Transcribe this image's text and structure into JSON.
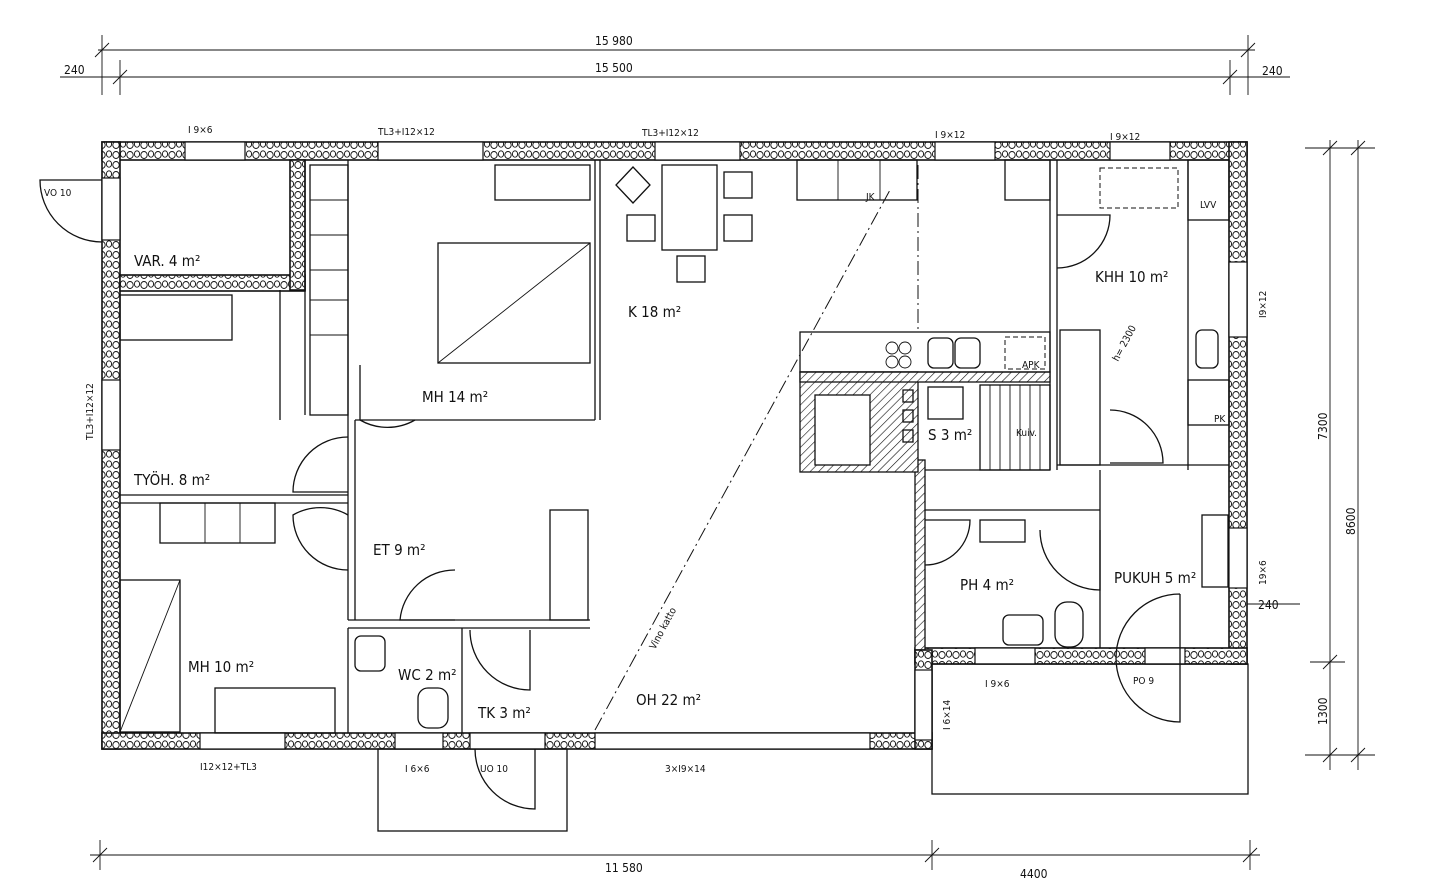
{
  "title": "Floor plan",
  "dimensions": {
    "overall_width": "15 980",
    "inner_width": "15 500",
    "left_offset": "240",
    "right_offset": "240",
    "depth_main": "7300",
    "depth_total": "8600",
    "depth_porch": "1300",
    "bottom_left": "11 580",
    "bottom_right": "4400",
    "wall_thickness": "240"
  },
  "windows": {
    "top_1": "I 9×6",
    "top_2": "TL3+I12×12",
    "top_3": "TL3+I12×12",
    "top_4": "I 9×12",
    "top_5": "I 9×12",
    "right_1": "I9×12",
    "right_2": "19×6",
    "left_1": "TL3+I12×12",
    "bottom_1": "I12×12+TL3",
    "bottom_2": "I 6×6",
    "bottom_3": "3×I9×14",
    "bottom_4": "I 9×6",
    "side_porch": "I 6×14"
  },
  "doors": {
    "var_door": "VO 10",
    "main_door": "UO 10",
    "rear_door": "PO 9"
  },
  "rooms": {
    "var": {
      "name": "VAR.",
      "area": "4 m²"
    },
    "mh14": {
      "name": "MH",
      "area": "14 m²"
    },
    "k": {
      "name": "K",
      "area": "18 m²"
    },
    "khh": {
      "name": "KHH",
      "area": "10 m²"
    },
    "tyoh": {
      "name": "TYÖH.",
      "area": "8 m²"
    },
    "s": {
      "name": "S",
      "area": "3 m²"
    },
    "et": {
      "name": "ET",
      "area": "9 m²"
    },
    "ph": {
      "name": "PH",
      "area": "4 m²"
    },
    "pukuh": {
      "name": "PUKUH",
      "area": "5 m²"
    },
    "mh10": {
      "name": "MH",
      "area": "10 m²"
    },
    "wc": {
      "name": "WC",
      "area": "2 m²"
    },
    "tk": {
      "name": "TK",
      "area": "3 m²"
    },
    "oh": {
      "name": "OH",
      "area": "22 m²"
    }
  },
  "annotations": {
    "sloped_ceiling": "Vino katto",
    "height": "h= 2300",
    "jk": "JK",
    "lvv": "LVV",
    "apk": "APK",
    "pk": "PK",
    "kuiv": "Kuiv."
  }
}
